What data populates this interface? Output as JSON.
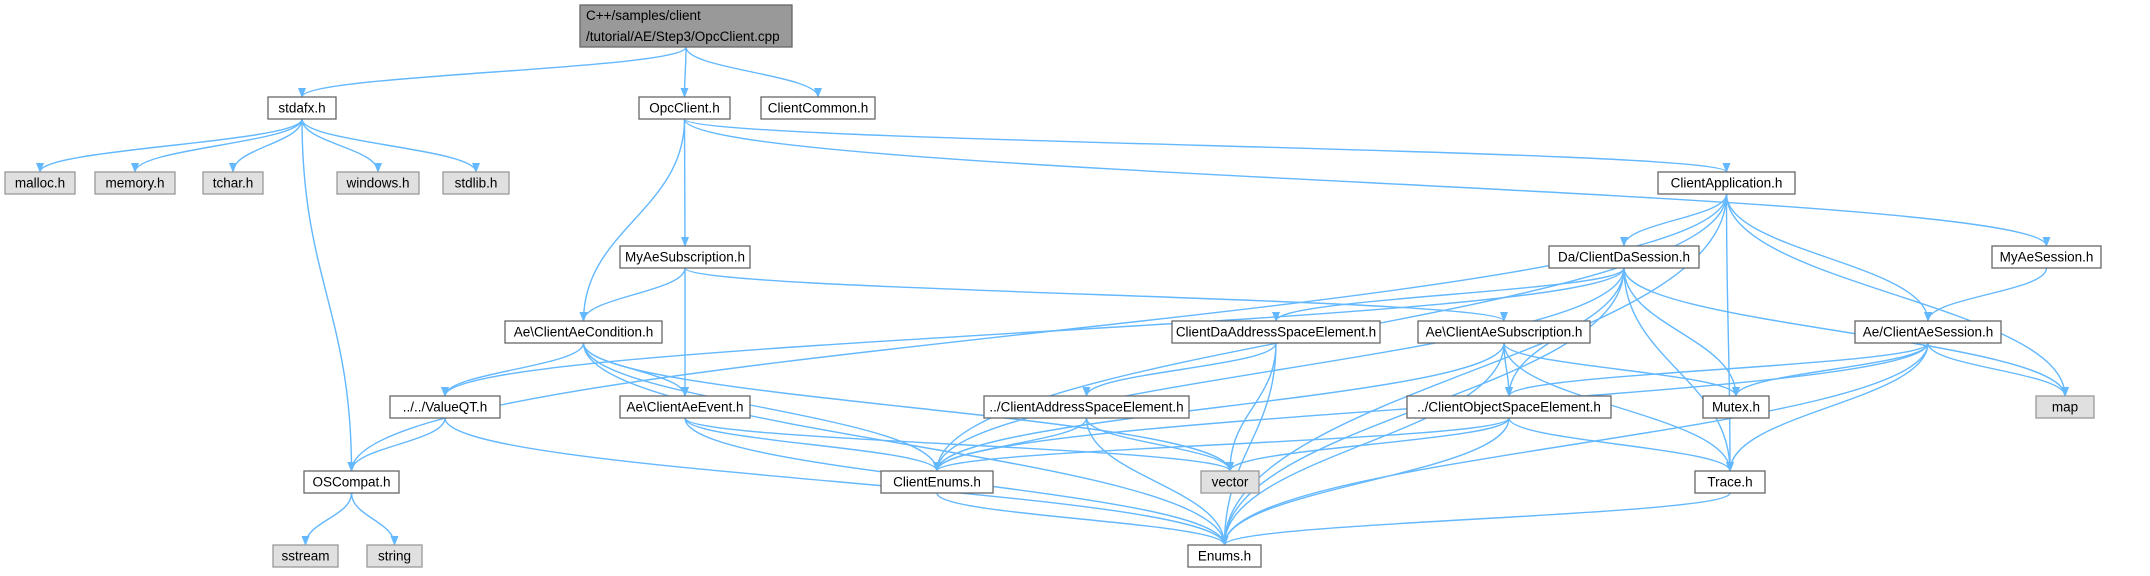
{
  "colors": {
    "edge": "#63b8ff",
    "root_fill": "#999999",
    "system_fill": "#e0e0e0",
    "local_fill": "#ffffff",
    "border": "#666666"
  },
  "nodes": [
    {
      "id": "root",
      "kind": "root",
      "lines": [
        "C++/samples/client",
        "/tutorial/AE/Step3/OpcClient.cpp"
      ]
    },
    {
      "id": "stdafx",
      "kind": "local",
      "lines": [
        "stdafx.h"
      ]
    },
    {
      "id": "opcclient",
      "kind": "local",
      "lines": [
        "OpcClient.h"
      ]
    },
    {
      "id": "clientcommon",
      "kind": "local",
      "lines": [
        "ClientCommon.h"
      ]
    },
    {
      "id": "malloc",
      "kind": "system",
      "lines": [
        "malloc.h"
      ]
    },
    {
      "id": "memory",
      "kind": "system",
      "lines": [
        "memory.h"
      ]
    },
    {
      "id": "tchar",
      "kind": "system",
      "lines": [
        "tchar.h"
      ]
    },
    {
      "id": "windows",
      "kind": "system",
      "lines": [
        "windows.h"
      ]
    },
    {
      "id": "stdlib",
      "kind": "system",
      "lines": [
        "stdlib.h"
      ]
    },
    {
      "id": "clientapp",
      "kind": "local",
      "lines": [
        "ClientApplication.h"
      ]
    },
    {
      "id": "myaesub",
      "kind": "local",
      "lines": [
        "MyAeSubscription.h"
      ]
    },
    {
      "id": "dasession",
      "kind": "local",
      "lines": [
        "Da/ClientDaSession.h"
      ]
    },
    {
      "id": "myaesession",
      "kind": "local",
      "lines": [
        "MyAeSession.h"
      ]
    },
    {
      "id": "aecond",
      "kind": "local",
      "lines": [
        "Ae\\ClientAeCondition.h"
      ]
    },
    {
      "id": "daaddr",
      "kind": "local",
      "lines": [
        "ClientDaAddressSpaceElement.h"
      ]
    },
    {
      "id": "aesubscr",
      "kind": "local",
      "lines": [
        "Ae\\ClientAeSubscription.h"
      ]
    },
    {
      "id": "aesession",
      "kind": "local",
      "lines": [
        "Ae/ClientAeSession.h"
      ]
    },
    {
      "id": "valueqt",
      "kind": "local",
      "lines": [
        "../../ValueQT.h"
      ]
    },
    {
      "id": "aeevent",
      "kind": "local",
      "lines": [
        "Ae\\ClientAeEvent.h"
      ]
    },
    {
      "id": "addrelem",
      "kind": "local",
      "lines": [
        "../ClientAddressSpaceElement.h"
      ]
    },
    {
      "id": "objelem",
      "kind": "local",
      "lines": [
        "../ClientObjectSpaceElement.h"
      ]
    },
    {
      "id": "mutex",
      "kind": "local",
      "lines": [
        "Mutex.h"
      ]
    },
    {
      "id": "map",
      "kind": "system",
      "lines": [
        "map"
      ]
    },
    {
      "id": "oscompat",
      "kind": "local",
      "lines": [
        "OSCompat.h"
      ]
    },
    {
      "id": "clientenums",
      "kind": "local",
      "lines": [
        "ClientEnums.h"
      ]
    },
    {
      "id": "vector",
      "kind": "system",
      "lines": [
        "vector"
      ]
    },
    {
      "id": "trace",
      "kind": "local",
      "lines": [
        "Trace.h"
      ]
    },
    {
      "id": "sstream",
      "kind": "system",
      "lines": [
        "sstream"
      ]
    },
    {
      "id": "string",
      "kind": "system",
      "lines": [
        "string"
      ]
    },
    {
      "id": "enums",
      "kind": "local",
      "lines": [
        "Enums.h"
      ]
    }
  ],
  "edges": [
    [
      "root",
      "stdafx"
    ],
    [
      "root",
      "opcclient"
    ],
    [
      "root",
      "clientcommon"
    ],
    [
      "stdafx",
      "malloc"
    ],
    [
      "stdafx",
      "memory"
    ],
    [
      "stdafx",
      "tchar"
    ],
    [
      "stdafx",
      "windows"
    ],
    [
      "stdafx",
      "stdlib"
    ],
    [
      "stdafx",
      "oscompat"
    ],
    [
      "opcclient",
      "clientapp"
    ],
    [
      "opcclient",
      "myaesub"
    ],
    [
      "opcclient",
      "aecond"
    ],
    [
      "opcclient",
      "myaesession"
    ],
    [
      "clientapp",
      "dasession"
    ],
    [
      "clientapp",
      "aesession"
    ],
    [
      "clientapp",
      "map"
    ],
    [
      "clientapp",
      "trace"
    ],
    [
      "clientapp",
      "oscompat"
    ],
    [
      "clientapp",
      "clientenums"
    ],
    [
      "clientapp",
      "enums"
    ],
    [
      "myaesub",
      "aecond"
    ],
    [
      "myaesub",
      "aeevent"
    ],
    [
      "myaesub",
      "aesubscr"
    ],
    [
      "myaesession",
      "aesession"
    ],
    [
      "dasession",
      "daaddr"
    ],
    [
      "dasession",
      "objelem"
    ],
    [
      "dasession",
      "mutex"
    ],
    [
      "dasession",
      "trace"
    ],
    [
      "dasession",
      "map"
    ],
    [
      "dasession",
      "clientenums"
    ],
    [
      "dasession",
      "enums"
    ],
    [
      "dasession",
      "valueqt"
    ],
    [
      "aecond",
      "valueqt"
    ],
    [
      "aecond",
      "aeevent"
    ],
    [
      "aecond",
      "clientenums"
    ],
    [
      "aecond",
      "enums"
    ],
    [
      "aecond",
      "vector"
    ],
    [
      "daaddr",
      "addrelem"
    ],
    [
      "daaddr",
      "vector"
    ],
    [
      "daaddr",
      "enums"
    ],
    [
      "aesubscr",
      "objelem"
    ],
    [
      "aesubscr",
      "mutex"
    ],
    [
      "aesubscr",
      "trace"
    ],
    [
      "aesubscr",
      "clientenums"
    ],
    [
      "aesubscr",
      "enums"
    ],
    [
      "aesession",
      "objelem"
    ],
    [
      "aesession",
      "mutex"
    ],
    [
      "aesession",
      "map"
    ],
    [
      "aesession",
      "trace"
    ],
    [
      "aesession",
      "clientenums"
    ],
    [
      "aesession",
      "enums"
    ],
    [
      "valueqt",
      "oscompat"
    ],
    [
      "valueqt",
      "enums"
    ],
    [
      "aeevent",
      "clientenums"
    ],
    [
      "aeevent",
      "enums"
    ],
    [
      "aeevent",
      "vector"
    ],
    [
      "addrelem",
      "clientenums"
    ],
    [
      "addrelem",
      "vector"
    ],
    [
      "addrelem",
      "enums"
    ],
    [
      "objelem",
      "clientenums"
    ],
    [
      "objelem",
      "vector"
    ],
    [
      "objelem",
      "trace"
    ],
    [
      "objelem",
      "enums"
    ],
    [
      "oscompat",
      "sstream"
    ],
    [
      "oscompat",
      "string"
    ],
    [
      "clientenums",
      "enums"
    ],
    [
      "trace",
      "enums"
    ]
  ]
}
